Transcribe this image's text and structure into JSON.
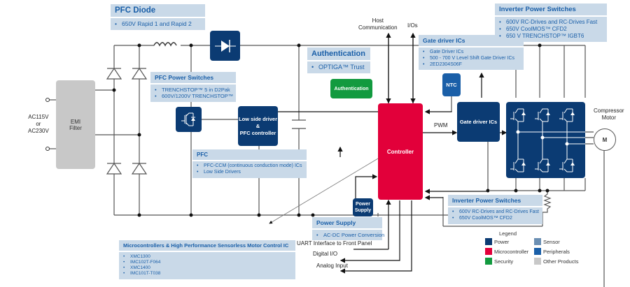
{
  "labels": {
    "pfc_diode": {
      "title": "PFC Diode",
      "items": [
        "650V Rapid 1 and Rapid 2"
      ]
    },
    "pfc_power_switches": {
      "title": "PFC Power Switches",
      "items": [
        "TRENCHSTOP™ 5 in D2Pak",
        "600V/1200V TRENCHSTOP™"
      ]
    },
    "pfc": {
      "title": "PFC",
      "items": [
        "PFC-CCM (continuous conduction mode) ICs",
        "Low Side Drivers"
      ]
    },
    "authentication": {
      "title": "Authentication",
      "items": [
        "OPTIGA™ Trust"
      ]
    },
    "gate_driver_ics": {
      "title": "Gate driver ICs",
      "items": [
        "Gate Driver ICs",
        "500 - 700 V Level Shift Gate Driver ICs",
        "2ED2304S06F"
      ]
    },
    "inverter_top": {
      "title": "Inverter Power Switches",
      "items": [
        "600V RC-Drives and RC-Drives Fast",
        "650V CoolMOS™ CFD2",
        "650 V TRENCHSTOP™ IGBT6"
      ]
    },
    "inverter_bottom": {
      "title": "Inverter Power Switches",
      "items": [
        "600V RC-Drives and RC-Drives Fast",
        "650V CoolMOS™ CFD2"
      ]
    },
    "power_supply": {
      "title": "Power Supply",
      "items": [
        "AC-DC Power Conversion"
      ]
    },
    "microcontrollers": {
      "title": "Microcontrollers & High Performance Sensorless Motor Control IC",
      "items": [
        "XMC1300",
        "IMC102T-F064",
        "XMC1400",
        "IMC101T-T038"
      ]
    }
  },
  "blocks": {
    "emi_filter": "EMI\nFilter",
    "low_side_driver": "Low side driver\n&\nPFC controller",
    "authentication": "Authentication",
    "controller": "Controller",
    "ntc": "NTC",
    "gate_driver": "Gate driver ICs",
    "power_supply": "Power\nSupply",
    "motor": "M"
  },
  "texts": {
    "ac_input": "AC115V\nor\nAC230V",
    "host_communication": "Host\nCommunication",
    "ios": "I/Os",
    "pwm": "PWM",
    "compressor_motor": "Compressor\nMotor",
    "uart": "UART Interface to Front Panel",
    "digital_io": "Digital I/O",
    "analog_input": "Analog Input"
  },
  "legend": {
    "title": "Legend",
    "items": [
      {
        "label": "Power",
        "color": "#0b3b73"
      },
      {
        "label": "Sensor",
        "color": "#6b8fb3"
      },
      {
        "label": "Microcontroller",
        "color": "#e2003a"
      },
      {
        "label": "Peripherals",
        "color": "#1a5fa8"
      },
      {
        "label": "Security",
        "color": "#129a3f"
      },
      {
        "label": "Other Products",
        "color": "#c8c8c8"
      }
    ]
  },
  "colors": {
    "power": "#0b3b73",
    "microcontroller": "#e2003a",
    "security": "#129a3f",
    "peripherals": "#1a5fa8",
    "other": "#c8c8c8",
    "label_bg": "#c9d9e8",
    "label_text": "#1a5fa8"
  }
}
